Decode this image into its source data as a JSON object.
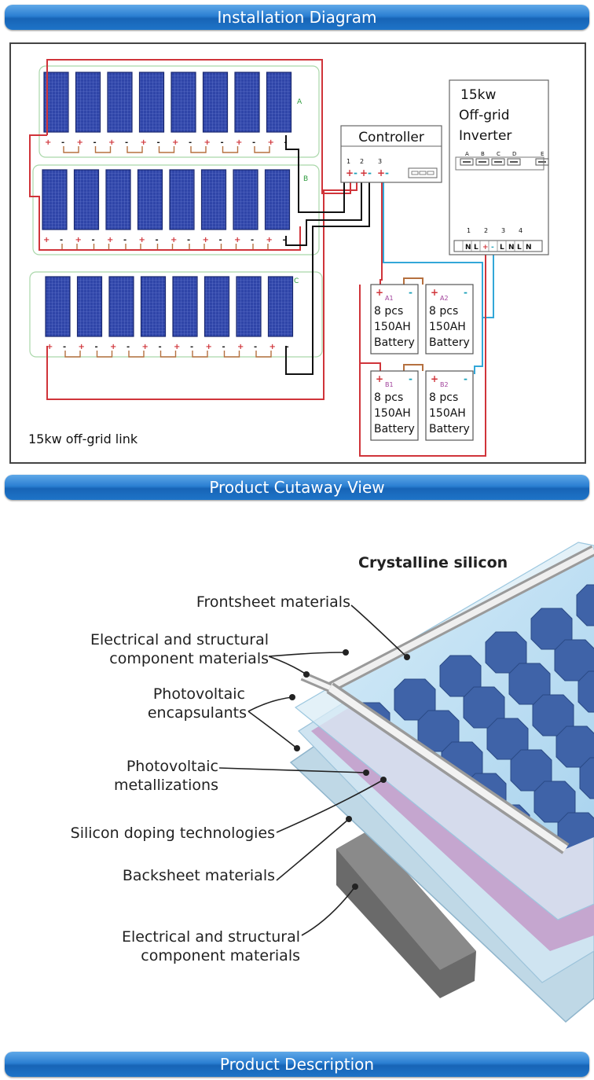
{
  "banners": {
    "installation": "Installation Diagram",
    "cutaway": "Product Cutaway View",
    "description": "Product Description"
  },
  "installation": {
    "controller_title": "Controller",
    "controller_terminals": [
      "1",
      "2",
      "3"
    ],
    "inverter_title_lines": [
      "15kw",
      "Off-grid",
      "Inverter"
    ],
    "inverter_top_terminals": [
      "A",
      "B",
      "C",
      "D",
      "E"
    ],
    "inverter_bottom_numbers": [
      "1",
      "2",
      "3",
      "4"
    ],
    "inverter_bottom_labels": [
      "N",
      "L",
      "+",
      "-",
      "L",
      "N",
      "L",
      "N"
    ],
    "row_labels": [
      "A",
      "B",
      "C"
    ],
    "batteries": [
      {
        "id": "A1",
        "lines": [
          "8 pcs",
          "150AH",
          "Battery"
        ]
      },
      {
        "id": "A2",
        "lines": [
          "8 pcs",
          "150AH",
          "Battery"
        ]
      },
      {
        "id": "B1",
        "lines": [
          "8 pcs",
          "150AH",
          "Battery"
        ]
      },
      {
        "id": "B2",
        "lines": [
          "8 pcs",
          "150AH",
          "Battery"
        ]
      }
    ],
    "footer": "15kw off-grid link",
    "colors": {
      "positive": "#d0343a",
      "negative": "#1aa0b8",
      "wire_red": "#d0343a",
      "wire_blue": "#33a7d8",
      "wire_black": "#111111",
      "wire_brown": "#b5703f",
      "panel": "#2b3f9a"
    }
  },
  "cutaway": {
    "header": "Crystalline silicon",
    "labels": [
      [
        "Frontsheet materials"
      ],
      [
        "Electrical and structural",
        "component materials"
      ],
      [
        "Photovoltaic",
        "encapsulants"
      ],
      [
        "Photovoltaic",
        "metallizations"
      ],
      [
        "Silicon doping technologies"
      ],
      [
        "Backsheet materials"
      ],
      [
        "Electrical and structural",
        "component materials"
      ]
    ]
  }
}
